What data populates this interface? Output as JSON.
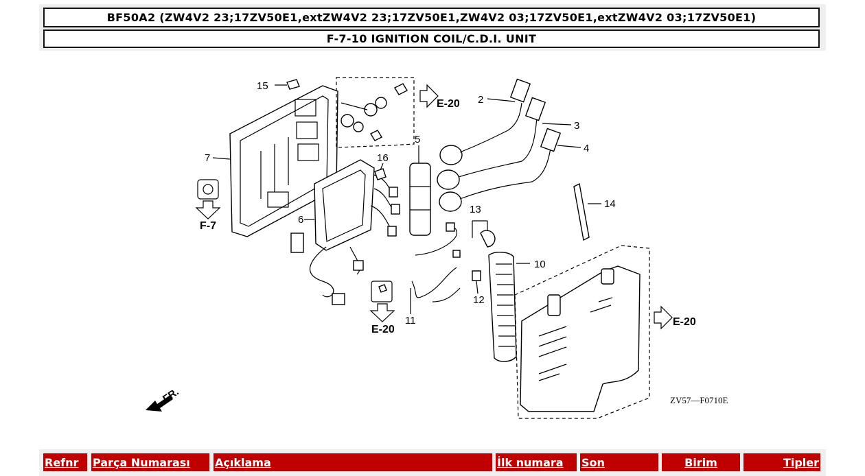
{
  "header": {
    "model_title": "BF50A2 (ZW4V2 23;17ZV50E1,extZW4V2 23;17ZV50E1,ZW4V2 03;17ZV50E1,extZW4V2 03;17ZV50E1)",
    "section_title": "F-7-10 IGNITION COIL/C.D.I. UNIT"
  },
  "diagram": {
    "callouts": [
      "2",
      "3",
      "4",
      "5",
      "6",
      "7",
      "10",
      "11",
      "12",
      "13",
      "14",
      "15",
      "16"
    ],
    "ref_e20_top": "E-20",
    "ref_e20_bottom": "E-20",
    "ref_e20_right": "E-20",
    "ref_f7": "F-7",
    "front_label": "FR.",
    "drawing_code": "ZV57—F0710E"
  },
  "table": {
    "headers": [
      "Refnr",
      "Parça Numarası",
      "Açıklama",
      "İlk numara",
      "Son",
      "Birim",
      "Tipler"
    ]
  }
}
